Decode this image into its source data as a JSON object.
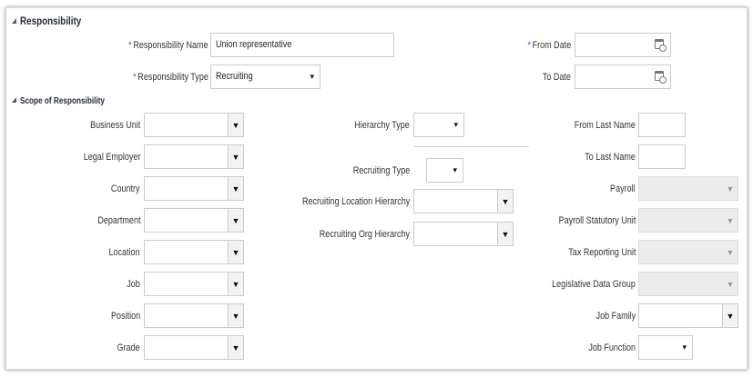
{
  "responsibility": {
    "title": "Responsibility",
    "name_label": "Responsibility Name",
    "name_value": "Union representative",
    "type_label": "Responsibility Type",
    "type_value": "Recruiting",
    "from_date_label": "From Date",
    "to_date_label": "To Date",
    "required_mark": "*"
  },
  "scope": {
    "title": "Scope of Responsibility",
    "left": [
      {
        "label": "Business Unit"
      },
      {
        "label": "Legal Employer"
      },
      {
        "label": "Country"
      },
      {
        "label": "Department"
      },
      {
        "label": "Location"
      },
      {
        "label": "Job"
      },
      {
        "label": "Position"
      },
      {
        "label": "Grade"
      }
    ],
    "middle": {
      "hierarchy_type_label": "Hierarchy Type",
      "recruiting_type_label": "Recruiting Type",
      "recruiting_location_hierarchy_label": "Recruiting Location Hierarchy",
      "recruiting_org_hierarchy_label": "Recruiting Org Hierarchy"
    },
    "right": {
      "from_last_name_label": "From Last Name",
      "to_last_name_label": "To Last Name",
      "payroll_label": "Payroll",
      "payroll_statutory_unit_label": "Payroll Statutory Unit",
      "tax_reporting_unit_label": "Tax Reporting Unit",
      "legislative_data_group_label": "Legislative Data Group",
      "job_family_label": "Job Family",
      "job_function_label": "Job Function"
    }
  },
  "icons": {
    "dropdown_arrow": "▼",
    "small_arrow": "▾",
    "section_collapse": "triangle-icon",
    "date_picker": "calendar-icon"
  }
}
